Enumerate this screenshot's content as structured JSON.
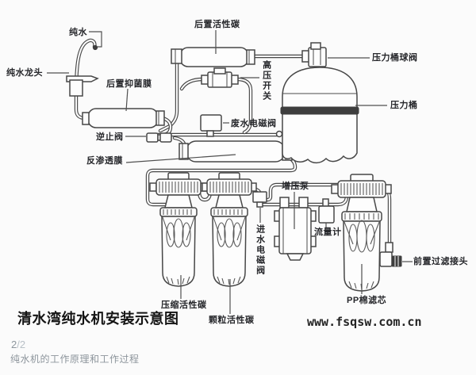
{
  "page": {
    "background": "#fbfbfb"
  },
  "diagram": {
    "title": "清水湾纯水机安装示意图",
    "website": "www.fsqsw.com.cn",
    "labels": {
      "pure_water": "纯水",
      "faucet": "纯水龙头",
      "post_carbon": "后置活性碳",
      "post_bacteriostatic_membrane": "后置抑菌膜",
      "high_pressure_switch": "高压开关",
      "tank_ball_valve": "压力桶球阀",
      "pressure_tank": "压力桶",
      "waste_solenoid_valve": "废水电磁阀",
      "check_valve": "逆止阀",
      "ro_membrane": "反渗透膜",
      "booster_pump": "增压泵",
      "inlet_solenoid_valve": "进水电磁阀",
      "flow_meter": "流量计",
      "prefilter_connector": "前置过滤接头",
      "pp_cotton_filter": "PP棉滤芯",
      "compressed_carbon": "压缩活性碳",
      "granular_carbon": "颗粒活性碳"
    }
  },
  "footer": {
    "page_current": "2",
    "page_rest": "/2",
    "caption": "纯水机的工作原理和工作过程"
  },
  "colors": {
    "line": "#474747",
    "label_text": "#26272b",
    "title_text": "#141414",
    "muted_dark": "#8d969d",
    "muted_light": "#b9c1c7"
  }
}
